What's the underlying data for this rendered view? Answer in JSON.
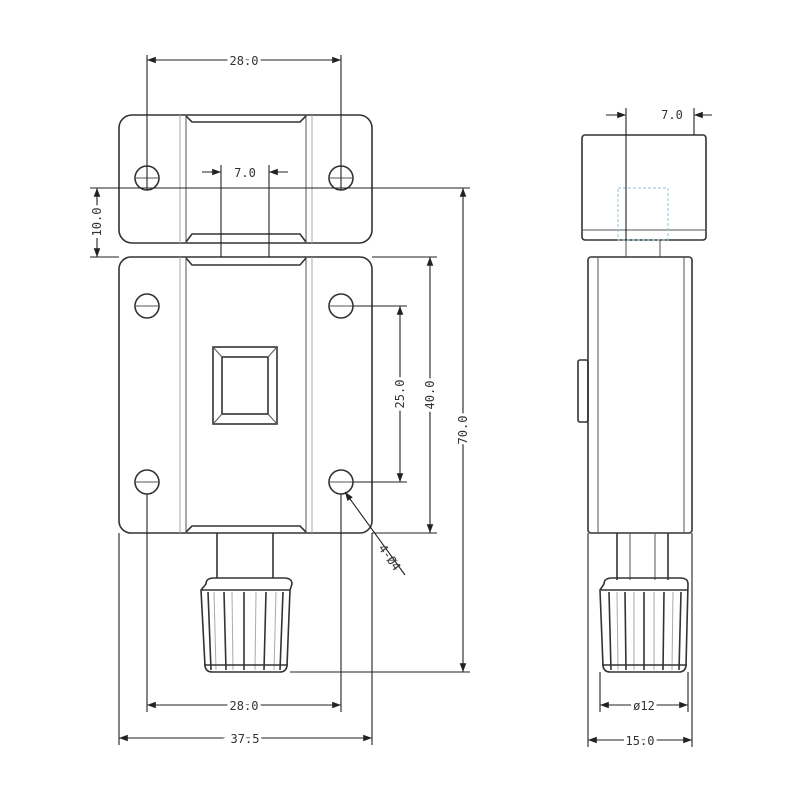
{
  "title": "Latch technical drawing",
  "front_view": {
    "dims": {
      "top_hole_spacing": "28.0",
      "slot_width": "7.0",
      "top_offset": "10.0",
      "overall_height": "70.0",
      "body_height": "40.0",
      "hole_vertical_spacing": "25.0",
      "bottom_hole_spacing": "28.0",
      "overall_width": "37.5",
      "hole_callout": "4-Ø4"
    }
  },
  "side_view": {
    "dims": {
      "slot_width": "7.0",
      "knob_diameter": "ø12",
      "depth": "15.0"
    }
  },
  "colors": {
    "line": "#333333",
    "hidden": "#8fc3d6"
  }
}
